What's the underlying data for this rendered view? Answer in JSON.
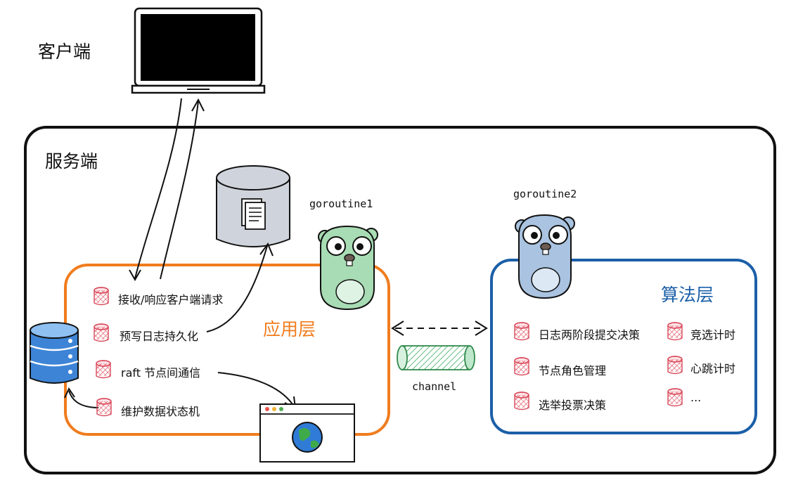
{
  "client": {
    "label": "客户端"
  },
  "server": {
    "label": "服务端"
  },
  "app_layer": {
    "title": "应用层",
    "items": [
      {
        "text": "接收/响应客户端请求"
      },
      {
        "text": "预写日志持久化"
      },
      {
        "text": "raft 节点间通信"
      },
      {
        "text": "维护数据状态机"
      }
    ]
  },
  "algo_layer": {
    "title": "算法层",
    "items_left": [
      {
        "text": "日志两阶段提交决策"
      },
      {
        "text": "节点角色管理"
      },
      {
        "text": "选举投票决策"
      }
    ],
    "items_right": [
      {
        "text": "竞选计时"
      },
      {
        "text": "心跳计时"
      },
      {
        "text": "..."
      }
    ]
  },
  "goroutine1": {
    "label": "goroutine1"
  },
  "goroutine2": {
    "label": "goroutine2"
  },
  "channel": {
    "label": "channel"
  },
  "colors": {
    "app_border": "#f07c1e",
    "app_title": "#f07c1e",
    "algo_border": "#1b5fa8",
    "algo_title": "#1b5fa8",
    "server_border": "#111111",
    "bullet": "#e25b6a",
    "gopher_green": "#a8dcb4",
    "gopher_blue": "#a9c3e0",
    "db_blue": "#3d84d6",
    "channel_green": "#8fd4a0"
  }
}
